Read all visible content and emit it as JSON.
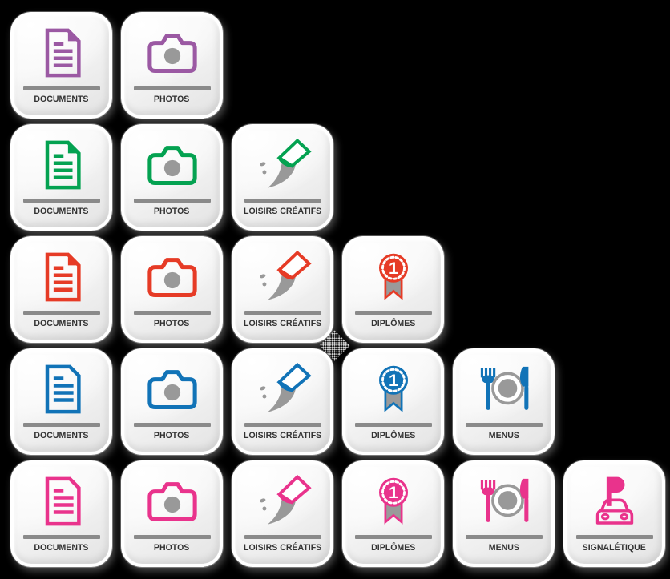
{
  "theme": {
    "background": "#000000",
    "tile_surface_top": "#ffffff",
    "tile_surface_bottom": "#e3e3e3",
    "tile_border": "#ffffff",
    "bar_color": "#8a8a8a",
    "label_color": "#333333",
    "icon_gray": "#999999"
  },
  "rosette_number": "1",
  "rows": [
    {
      "name": "purple",
      "color": "#9b59a3",
      "tiles": [
        {
          "icon": "document-fold-icon",
          "label": "DOCUMENTS"
        },
        {
          "icon": "camera-icon",
          "label": "PHOTOS"
        }
      ]
    },
    {
      "name": "green",
      "color": "#04a251",
      "tiles": [
        {
          "icon": "document-fold-icon",
          "label": "DOCUMENTS"
        },
        {
          "icon": "camera-icon",
          "label": "PHOTOS"
        },
        {
          "icon": "paintbrush-icon",
          "label": "LOISIRS CRÉATIFS"
        }
      ]
    },
    {
      "name": "red",
      "color": "#e63b26",
      "tiles": [
        {
          "icon": "document-fold-icon",
          "label": "DOCUMENTS"
        },
        {
          "icon": "camera-icon",
          "label": "PHOTOS"
        },
        {
          "icon": "paintbrush-icon",
          "label": "LOISIRS CRÉATIFS"
        },
        {
          "icon": "rosette-icon",
          "label": "DIPLÔMES"
        }
      ]
    },
    {
      "name": "blue",
      "color": "#1173b7",
      "tiles": [
        {
          "icon": "document-icon",
          "label": "DOCUMENTS"
        },
        {
          "icon": "camera-icon",
          "label": "PHOTOS"
        },
        {
          "icon": "paintbrush-icon",
          "label": "LOISIRS CRÉATIFS"
        },
        {
          "icon": "rosette-icon",
          "label": "DIPLÔMES"
        },
        {
          "icon": "cutlery-icon",
          "label": "MENUS"
        }
      ]
    },
    {
      "name": "pink",
      "color": "#e9338c",
      "tiles": [
        {
          "icon": "document-icon",
          "label": "DOCUMENTS"
        },
        {
          "icon": "camera-icon",
          "label": "PHOTOS"
        },
        {
          "icon": "paintbrush-icon",
          "label": "LOISIRS CRÉATIFS"
        },
        {
          "icon": "rosette-icon",
          "label": "DIPLÔMES"
        },
        {
          "icon": "cutlery-icon",
          "label": "MENUS"
        },
        {
          "icon": "parking-icon",
          "label": "SIGNALÉTIQUE"
        }
      ]
    }
  ]
}
